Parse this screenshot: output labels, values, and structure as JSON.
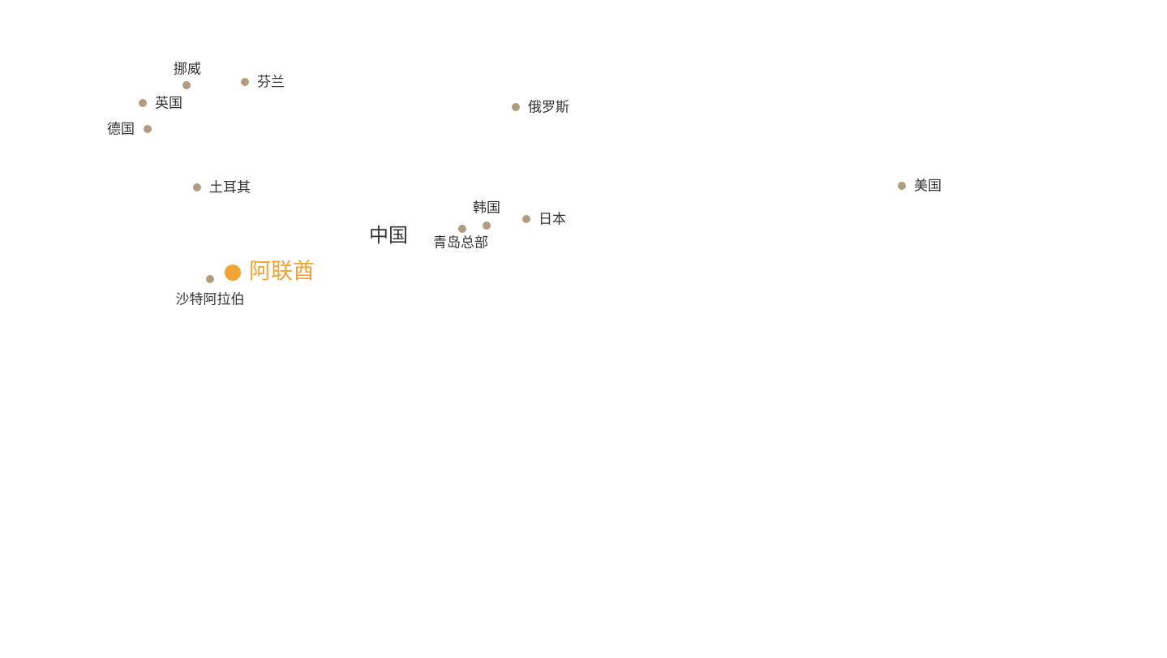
{
  "map": {
    "colors": {
      "marker": "#b39b7f",
      "highlight": "#f0a435",
      "label": "#333333",
      "background": "#ffffff"
    },
    "center_label": "中国",
    "locations": [
      {
        "id": "norway",
        "label": "挪威"
      },
      {
        "id": "finland",
        "label": "芬兰"
      },
      {
        "id": "uk",
        "label": "英国"
      },
      {
        "id": "germany",
        "label": "德国"
      },
      {
        "id": "russia",
        "label": "俄罗斯"
      },
      {
        "id": "turkey",
        "label": "土耳其"
      },
      {
        "id": "usa",
        "label": "美国"
      },
      {
        "id": "korea",
        "label": "韩国"
      },
      {
        "id": "japan",
        "label": "日本"
      },
      {
        "id": "qingdao",
        "label": "青岛总部"
      },
      {
        "id": "uae",
        "label": "阿联酋",
        "highlighted": true
      },
      {
        "id": "saudi",
        "label": "沙特阿拉伯"
      }
    ]
  }
}
